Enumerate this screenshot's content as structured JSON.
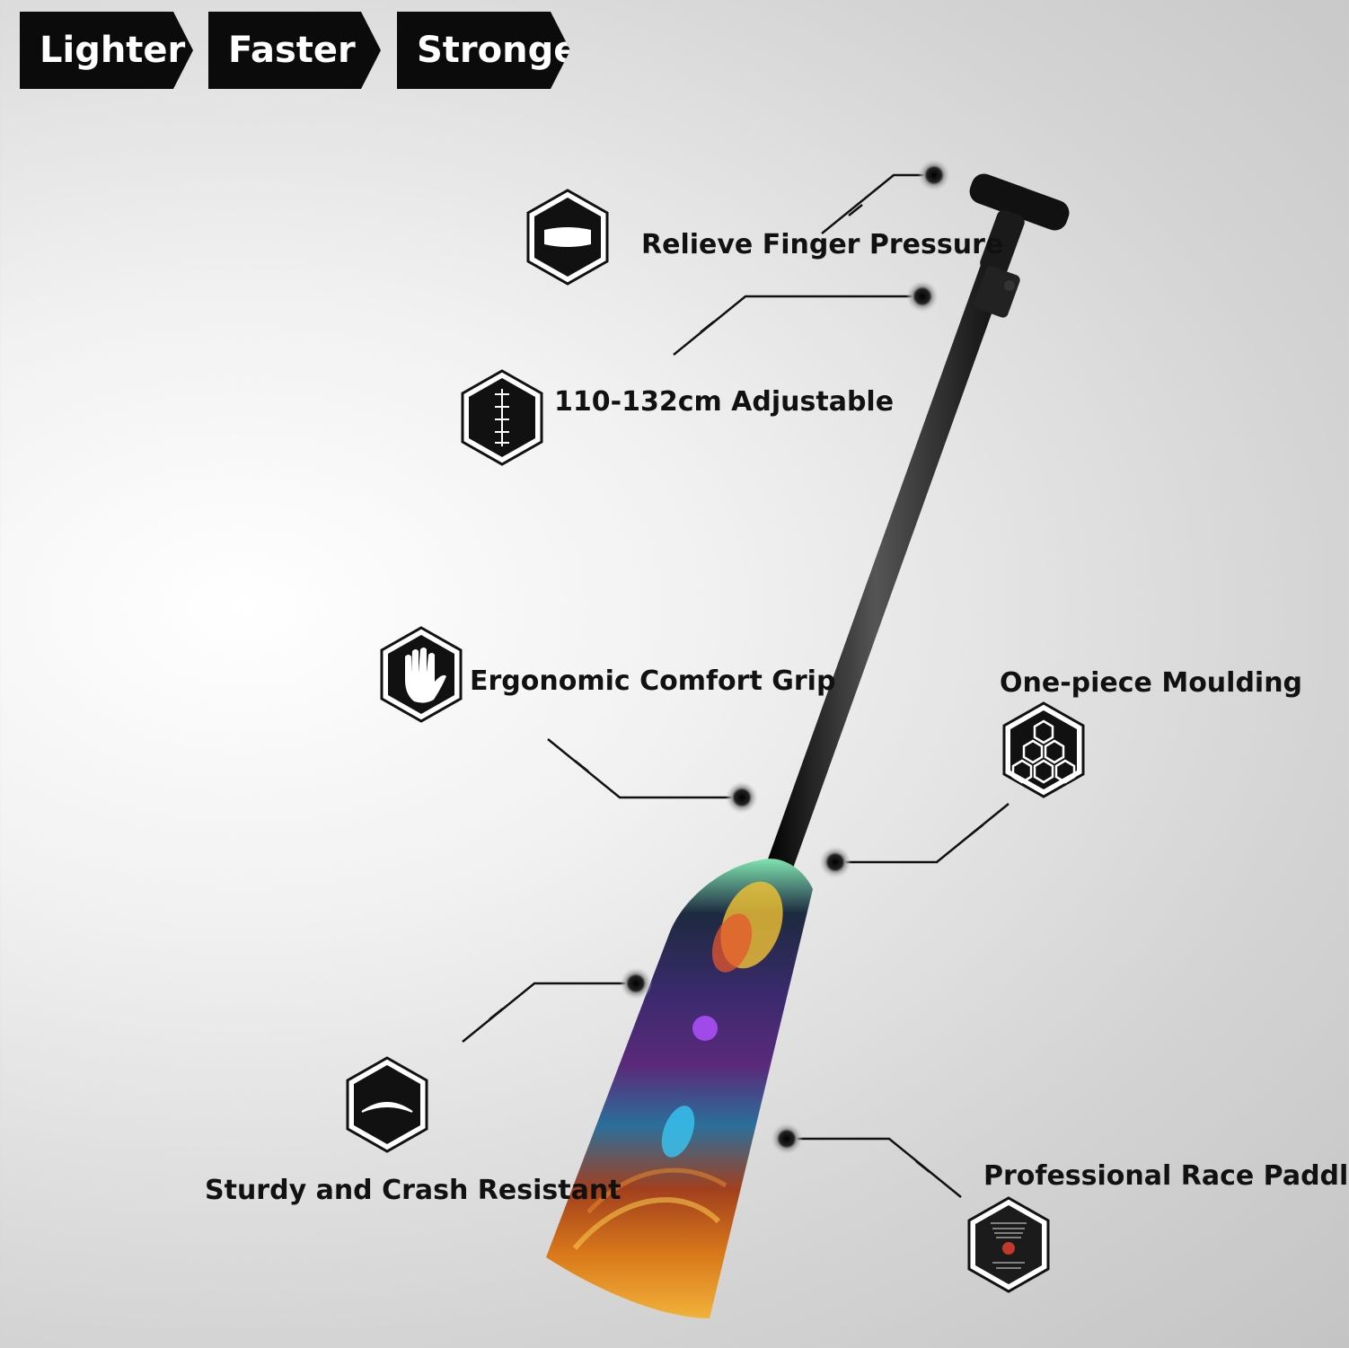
{
  "tags": [
    "Lighter",
    "Faster",
    "Stronger"
  ],
  "features": {
    "finger_pressure": "Relieve Finger Pressure",
    "adjustable": "110-132cm Adjustable",
    "grip": "Ergonomic Comfort Grip",
    "moulding": "One-piece Moulding",
    "crash": "Sturdy and Crash Resistant",
    "race": "Professional Race Paddles"
  },
  "icons": {
    "finger_pressure": "handle-grip-icon",
    "adjustable": "ruler-scale-icon",
    "grip": "hand-icon",
    "moulding": "honeycomb-icon",
    "crash": "curved-blade-icon",
    "race": "certificate-label-icon"
  }
}
